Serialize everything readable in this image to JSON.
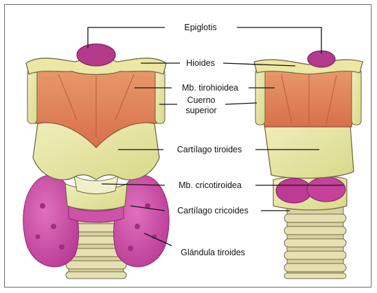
{
  "labels": {
    "epiglotis": "Epiglotis",
    "hioides": "Hioides",
    "mb_tirohioidea": "Mb. tirohioidea",
    "cuerno_line1": "Cuerno",
    "cuerno_line2": "superior",
    "cartilago_tiroides": "Cartílago tiroides",
    "mb_cricotiroidea": "Mb. cricotiroidea",
    "cartilago_cricoides": "Cartílago cricoides",
    "glandula_tiroides": "Glándula tiroides"
  },
  "colors": {
    "cartilage": "#e9e7a3",
    "membrane": "#e0845a",
    "epiglottis": "#b43a8c",
    "thyroid_gland": "#cc4aa6",
    "trachea": "#ddd6a2",
    "outline": "#6f6a48"
  }
}
